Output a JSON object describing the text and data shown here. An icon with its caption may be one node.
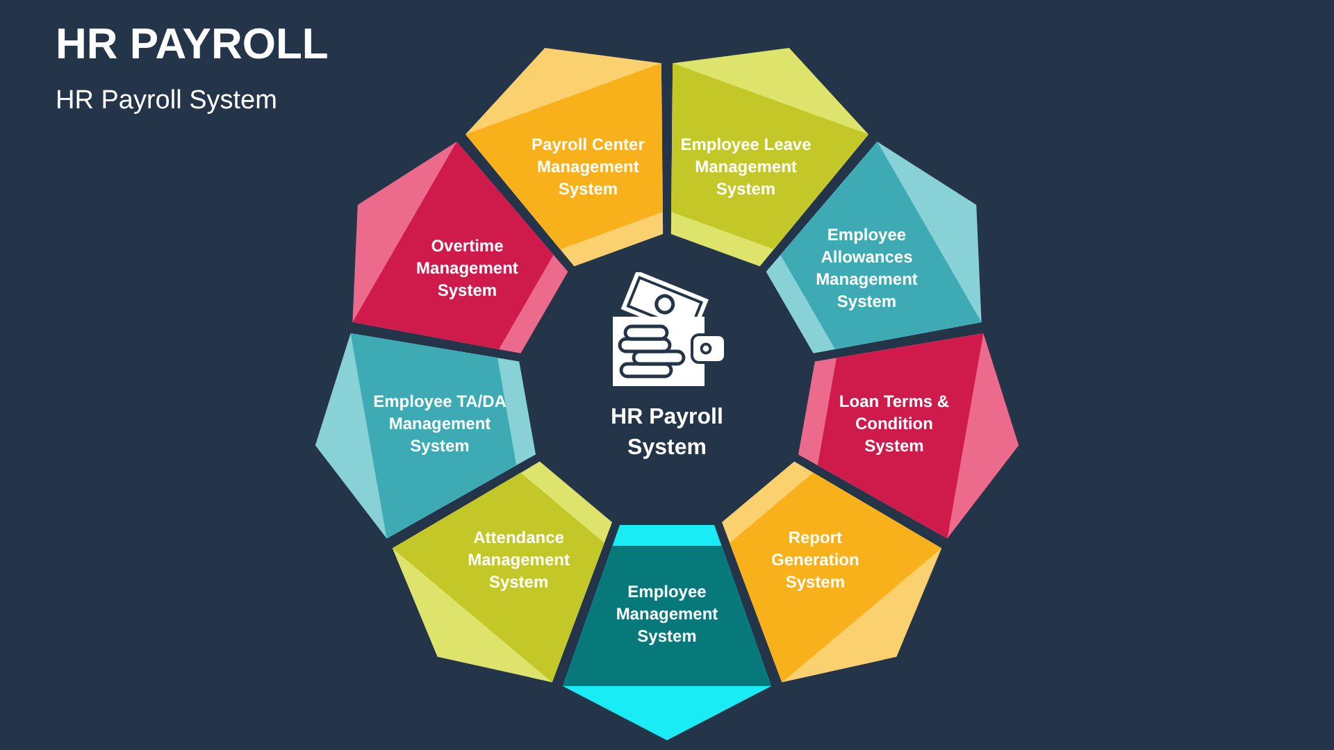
{
  "diagram": {
    "title": "HR PAYROLL",
    "nodes": [
      {
        "text": [
          "Payroll Center Management System"
        ]
      },
      {
        "text": [
          "Employee Leave Management System"
        ]
      },
      {
        "text": [
          "Employee Allowances Management System"
        ]
      },
      {
        "text": [
          "Loan Terms & Condition System"
        ]
      },
      {
        "text": [
          "Report Generation System"
        ]
      },
      {
        "text": [
          "Employee Management System"
        ]
      },
      {
        "text": [
          "Attendance Management System"
        ]
      },
      {
        "text": [
          "Employee TA/DA Management System"
        ]
      },
      {
        "text": [
          "Overtime Management System"
        ]
      }
    ],
    "labels": [
      "HR Payroll System",
      "HR Payroll System"
    ]
  }
}
